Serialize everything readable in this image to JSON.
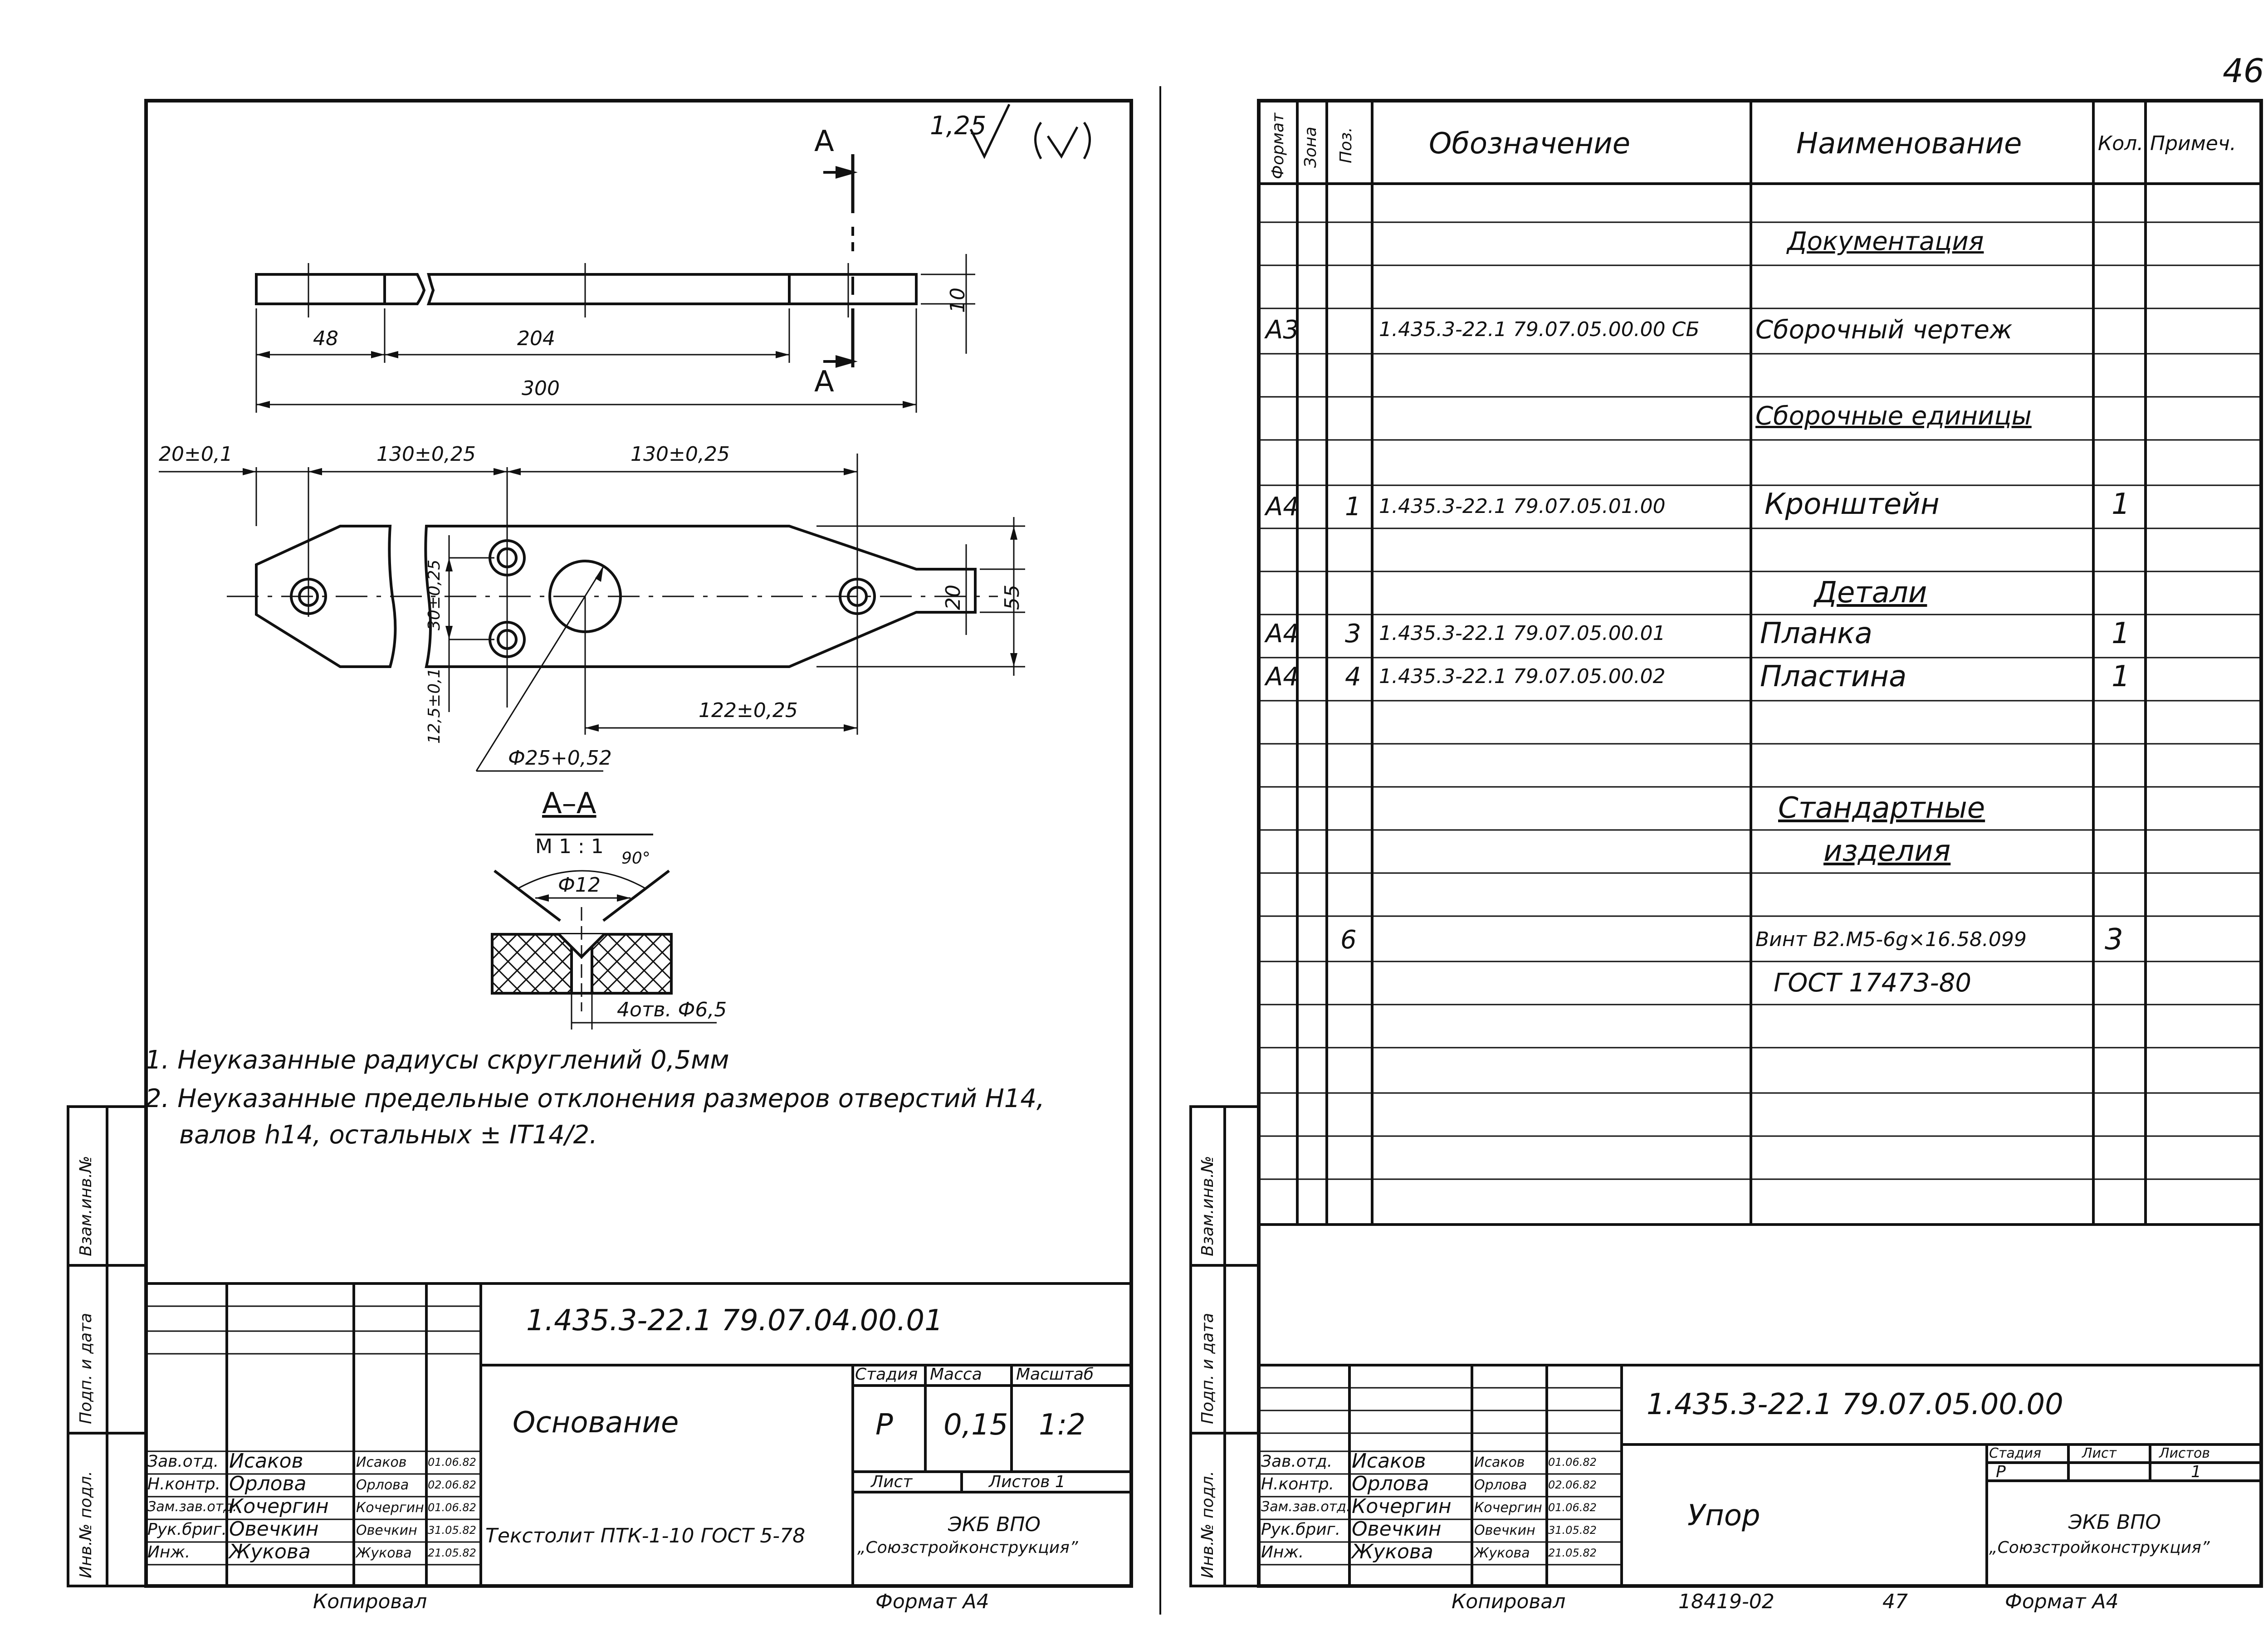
{
  "page_number": "46",
  "left_sheet": {
    "roughness": "1,25",
    "section_mark_top": "А",
    "section_mark_bottom": "А",
    "dims": {
      "d48": "48",
      "d204": "204",
      "d300": "300",
      "d10": "10",
      "d20a": "20±0,1",
      "d130a": "130±0,25",
      "d130b": "130±0,25",
      "d30": "30±0,25",
      "d12_5": "12,5±0,1",
      "d122": "122±0,25",
      "d20b": "20",
      "d55": "55",
      "d25": "Ф25+0,52"
    },
    "section_title": "А–А",
    "section_scale": "М 1 : 1",
    "section_angle": "90°",
    "section_hole": "Ф12",
    "section_note": "4отв. Ф6,5",
    "notes": [
      "1. Неуказанные радиусы скруглений     0,5мм",
      "2. Неуказанные предельные отклонения размеров отверстий Н14,",
      "валов h14, остальных ± IT14/2."
    ],
    "side_labels": [
      "Взам.инв.№",
      "Подп. и дата",
      "Инв.№ подл."
    ],
    "title_block": {
      "designation": "1.435.3-22.1   79.07.04.00.01",
      "name": "Основание",
      "material": "Текстолит ПТК-1-10 ГОСТ 5-78",
      "stage_label": "Стадия",
      "mass_label": "Масса",
      "scale_label": "Масштаб",
      "stage": "Р",
      "mass": "0,15",
      "scale": "1:2",
      "sheet_label": "Лист",
      "sheets_label": "Листов 1",
      "org": "ЭКБ ВПО",
      "org2": "„Союзстройконструкция”",
      "roles": [
        "Зав.отд.",
        "Н.контр.",
        "Зам.зав.отд.",
        "Рук.бриг.",
        "Инж."
      ],
      "names": [
        "Исаков",
        "Орлова",
        "Кочергин",
        "Овечкин",
        "Жукова"
      ],
      "signs": [
        "Исаков",
        "Орлова",
        "Кочергин",
        "Овечкин",
        "Жукова"
      ],
      "dates": [
        "01.06.82",
        "02.06.82",
        "01.06.82",
        "31.05.82",
        "21.05.82"
      ]
    },
    "footer_copied": "Копировал",
    "footer_format": "Формат А4"
  },
  "right_sheet": {
    "headers": {
      "format": "Формат",
      "zone": "Зона",
      "pos": "Поз.",
      "designation": "Обозначение",
      "name": "Наименование",
      "qty": "Кол.",
      "note": "Примеч."
    },
    "rows": [
      {
        "name": "Документация"
      },
      {
        "format": "А3",
        "designation": "1.435.3-22.1 79.07.05.00.00 СБ",
        "name": "Сборочный чертеж"
      },
      {
        "name": "Сборочные единицы"
      },
      {
        "format": "А4",
        "pos": "1",
        "designation": "1.435.3-22.1 79.07.05.01.00",
        "name": "Кронштейн",
        "qty": "1"
      },
      {
        "name": "Детали"
      },
      {
        "format": "А4",
        "pos": "3",
        "designation": "1.435.3-22.1 79.07.05.00.01",
        "name": "Планка",
        "qty": "1"
      },
      {
        "format": "А4",
        "pos": "4",
        "designation": "1.435.3-22.1 79.07.05.00.02",
        "name": "Пластина",
        "qty": "1"
      },
      {
        "name": "Стандартные"
      },
      {
        "name": "изделия"
      },
      {
        "pos": "6",
        "name": "Винт В2.М5-6g×16.58.099",
        "qty": "3"
      },
      {
        "name": "ГОСТ 17473-80"
      }
    ],
    "side_labels": [
      "Взам.инв.№",
      "Подп. и дата",
      "Инв.№ подл."
    ],
    "title_block": {
      "designation": "1.435.3-22.1   79.07.05.00.00",
      "name": "Упор",
      "stage_label": "Стадия",
      "sheet_label": "Лист",
      "sheets_label": "Листов",
      "stage": "Р",
      "sheets": "1",
      "org": "ЭКБ ВПО",
      "org2": "„Союзстройконструкция”",
      "roles": [
        "Зав.отд.",
        "Н.контр.",
        "Зам.зав.отд.",
        "Рук.бриг.",
        "Инж."
      ],
      "names": [
        "Исаков",
        "Орлова",
        "Кочергин",
        "Овечкин",
        "Жукова"
      ],
      "signs": [
        "Исаков",
        "Орлова",
        "Кочергин",
        "Овечкин",
        "Жукова"
      ],
      "dates": [
        "01.06.82",
        "02.06.82",
        "01.06.82",
        "31.05.82",
        "21.05.82"
      ]
    },
    "footer_copied": "Копировал",
    "footer_code": "18419-02",
    "footer_page": "47",
    "footer_format": "Формат А4"
  }
}
